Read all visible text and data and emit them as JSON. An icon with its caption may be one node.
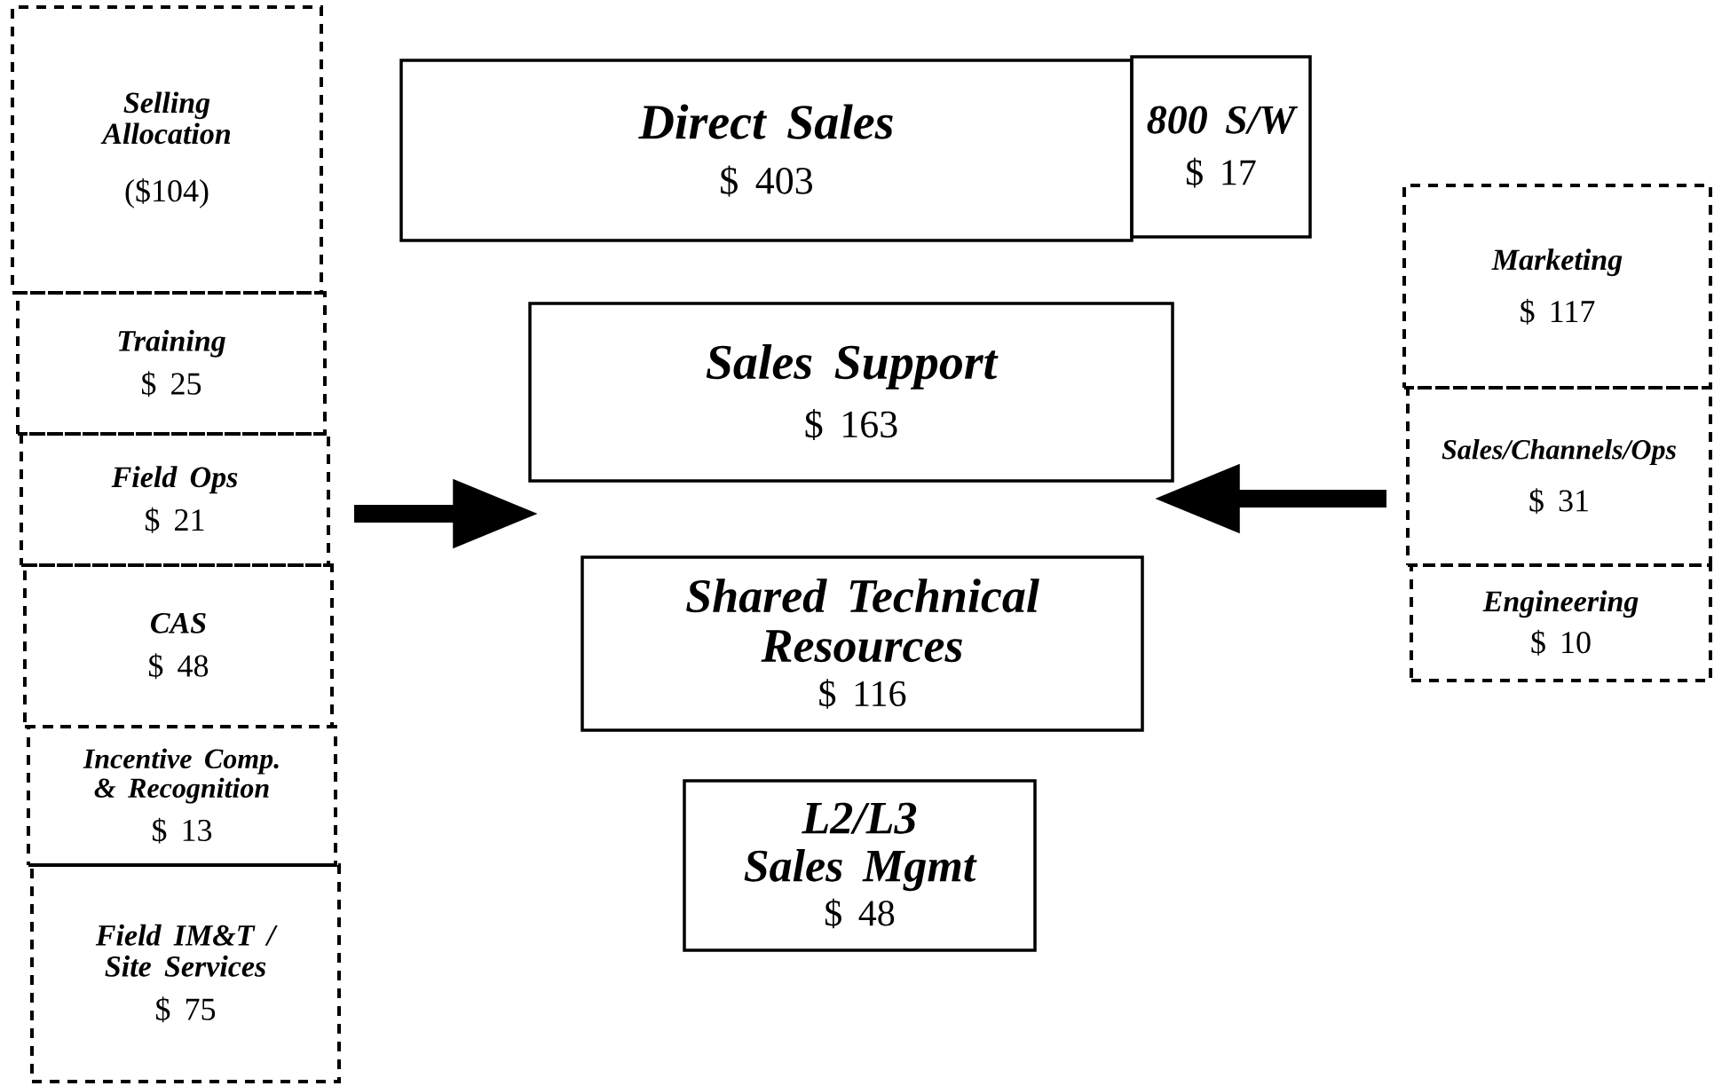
{
  "diagram": {
    "nodes": [
      {
        "text": [
          "Selling Allocation",
          "($104)"
        ]
      },
      {
        "text": [
          "Training",
          "$ 25"
        ]
      },
      {
        "text": [
          "Field Ops",
          "$ 21"
        ]
      },
      {
        "text": [
          "CAS",
          "$ 48"
        ]
      },
      {
        "text": [
          "Incentive Comp. & Recognition",
          "$ 13"
        ]
      },
      {
        "text": [
          "Field IM&T / Site Services",
          "$ 75"
        ]
      },
      {
        "text": [
          "Marketing",
          "$ 117"
        ]
      },
      {
        "text": [
          "Sales/Channels/Ops",
          "$ 31"
        ]
      },
      {
        "text": [
          "Engineering",
          "$ 10"
        ]
      },
      {
        "text": [
          "Direct Sales",
          "$ 403"
        ]
      },
      {
        "text": [
          "800 S/W",
          "$ 17"
        ]
      },
      {
        "text": [
          "Sales Support",
          "$ 163"
        ]
      },
      {
        "text": [
          "Shared Technical Resources",
          "$ 116"
        ]
      },
      {
        "text": [
          "L2/L3 Sales Mgmt",
          "$ 48"
        ]
      }
    ],
    "edges": [
      {
        "from": 2,
        "to": 11,
        "arrow": "to"
      },
      {
        "from": 7,
        "to": 11,
        "arrow": "to"
      }
    ]
  }
}
